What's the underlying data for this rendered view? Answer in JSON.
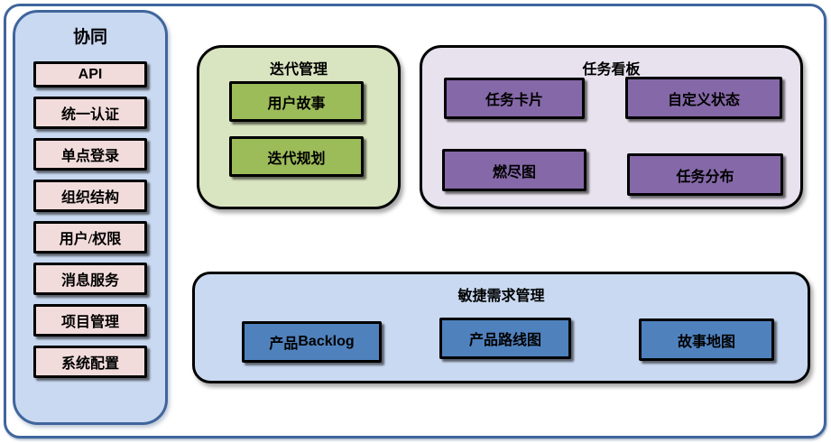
{
  "palette": {
    "frame_border": "#40659C",
    "panel_blue_fill": "#C9D9F1",
    "pink_fill": "#F2DCDB",
    "green_panel_fill": "#D9E5C0",
    "green_box_fill": "#9CBB59",
    "purple_panel_fill": "#E7E2EE",
    "purple_box_fill": "#8568A8",
    "blue_box_fill": "#4F81BD",
    "text": "#000000"
  },
  "sidebar": {
    "title": "协同",
    "items": [
      {
        "en": "API"
      },
      {
        "zh": "统一认证"
      },
      {
        "zh": "单点登录"
      },
      {
        "zh": "组织结构"
      },
      {
        "zh": "用户/权限"
      },
      {
        "zh": "消息服务"
      },
      {
        "zh": "项目管理"
      },
      {
        "zh": "系统配置"
      }
    ]
  },
  "iteration_panel": {
    "title": "迭代管理",
    "items": [
      {
        "zh": "用户故事"
      },
      {
        "zh": "迭代规划"
      }
    ]
  },
  "kanban_panel": {
    "title": "任务看板",
    "items": [
      {
        "zh": "任务卡片"
      },
      {
        "zh": "自定义状态"
      },
      {
        "zh": "燃尽图"
      },
      {
        "zh": "任务分布"
      }
    ]
  },
  "requirements_panel": {
    "title": "敏捷需求管理",
    "items": [
      {
        "zh": "产品",
        "en": "Backlog"
      },
      {
        "zh": "产品路线图"
      },
      {
        "zh": "故事地图"
      }
    ]
  }
}
